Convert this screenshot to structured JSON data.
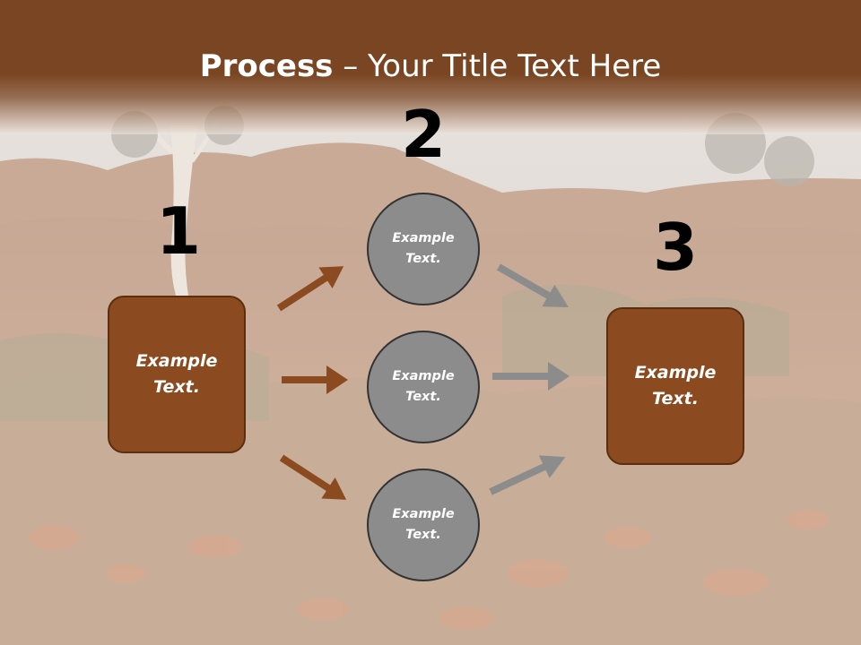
{
  "title": {
    "bold": "Process",
    "rest": " – Your Title Text Here"
  },
  "steps": [
    {
      "number": "1",
      "text": "Example Text."
    },
    {
      "number": "2",
      "items": [
        "Example Text.",
        "Example Text.",
        "Example Text."
      ]
    },
    {
      "number": "3",
      "text": "Example Text."
    }
  ],
  "colors": {
    "title_band": "#7a4522",
    "box_fill": "#8b4a1f",
    "circle_fill": "#8c8c8c",
    "brown_arrow": "#8b4a1f",
    "gray_arrow": "#8c8c8c"
  }
}
